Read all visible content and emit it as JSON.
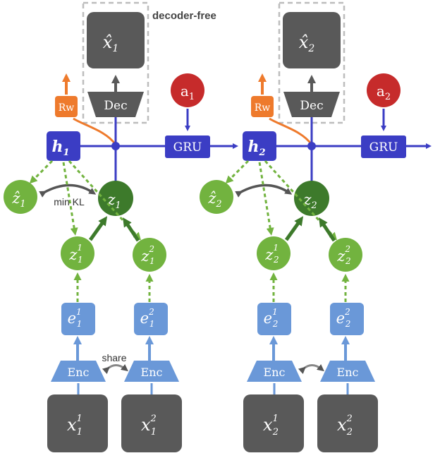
{
  "labels": {
    "decoder_free": "decoder-free",
    "min_kl": "min KL",
    "share": "share",
    "gru": "GRU",
    "dec": "Dec",
    "enc": "Enc",
    "rw": "Rw"
  },
  "columns": [
    {
      "t": "1",
      "x_hat": "x̂",
      "a": "a",
      "h": "h",
      "z": "z",
      "z_hat": "ẑ",
      "z_views": [
        "z",
        "z"
      ],
      "e_views": [
        "e",
        "e"
      ],
      "x_views": [
        "x",
        "x"
      ],
      "view_sup": [
        "1",
        "2"
      ]
    },
    {
      "t": "2",
      "x_hat": "x̂",
      "a": "a",
      "h": "h",
      "z": "z",
      "z_hat": "ẑ",
      "z_views": [
        "z",
        "z"
      ],
      "e_views": [
        "e",
        "e"
      ],
      "x_views": [
        "x",
        "x"
      ],
      "view_sup": [
        "1",
        "2"
      ]
    }
  ],
  "colors": {
    "blue_dark": "#3b3dc4",
    "blue_light": "#6a98d8",
    "green_dark": "#3d7a2b",
    "green_light": "#72b33f",
    "red": "#c62b2b",
    "orange": "#ee7a2c",
    "gray_box": "#595959",
    "gray_dash": "#bdbdbd"
  }
}
